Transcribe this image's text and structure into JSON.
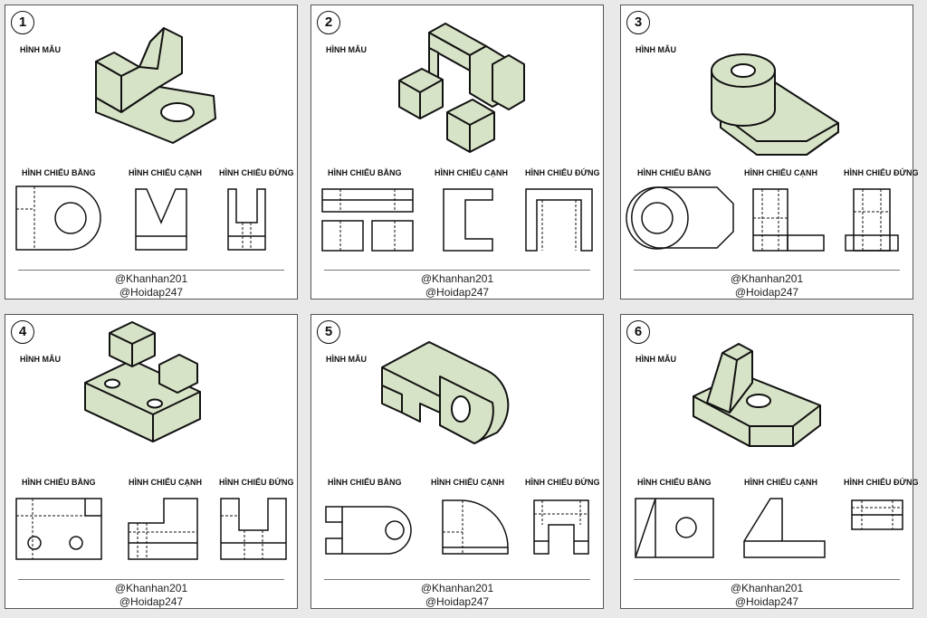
{
  "labels": {
    "model": "HÌNH MẪU",
    "top_view": "HÌNH CHIẾU BẰNG",
    "side_view": "HÌNH CHIẾU CẠNH",
    "front_view": "HÌNH CHIẾU ĐỨNG"
  },
  "handles": {
    "line1": "@Khanhan201",
    "line2": "@Hoidap247"
  },
  "cards": [
    {
      "number": "1"
    },
    {
      "number": "2"
    },
    {
      "number": "3"
    },
    {
      "number": "4"
    },
    {
      "number": "5"
    },
    {
      "number": "6"
    }
  ],
  "colors": {
    "model_fill": "#d7e3c6",
    "line": "#111111"
  }
}
